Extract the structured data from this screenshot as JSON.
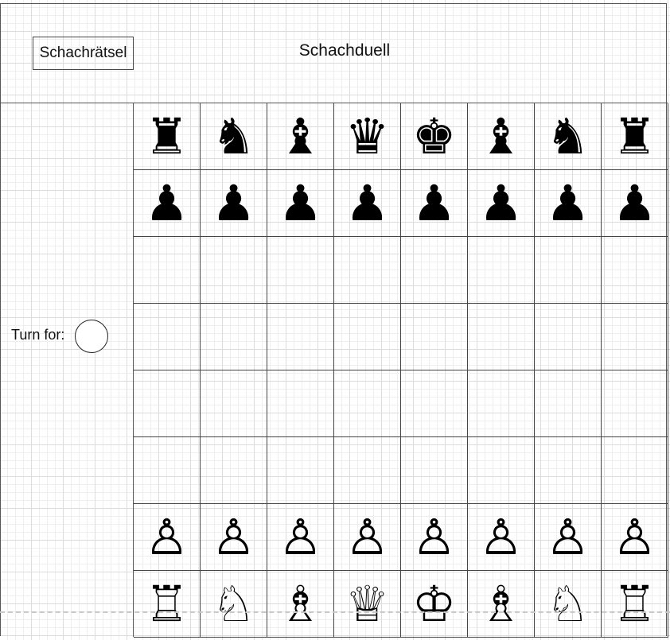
{
  "header": {
    "puzzle_button_label": "Schachrätsel",
    "title": "Schachduell"
  },
  "sidebar": {
    "turn_label": "Turn for:",
    "turn_color": "white"
  },
  "board": {
    "rows": [
      [
        "♜",
        "♞",
        "♝",
        "♛",
        "♚",
        "♝",
        "♞",
        "♜"
      ],
      [
        "♟",
        "♟",
        "♟",
        "♟",
        "♟",
        "♟",
        "♟",
        "♟"
      ],
      [
        "",
        "",
        "",
        "",
        "",
        "",
        "",
        ""
      ],
      [
        "",
        "",
        "",
        "",
        "",
        "",
        "",
        ""
      ],
      [
        "",
        "",
        "",
        "",
        "",
        "",
        "",
        ""
      ],
      [
        "",
        "",
        "",
        "",
        "",
        "",
        "",
        ""
      ],
      [
        "♙",
        "♙",
        "♙",
        "♙",
        "♙",
        "♙",
        "♙",
        "♙"
      ],
      [
        "♖",
        "♘",
        "♗",
        "♕",
        "♔",
        "♗",
        "♘",
        "♖"
      ]
    ]
  }
}
